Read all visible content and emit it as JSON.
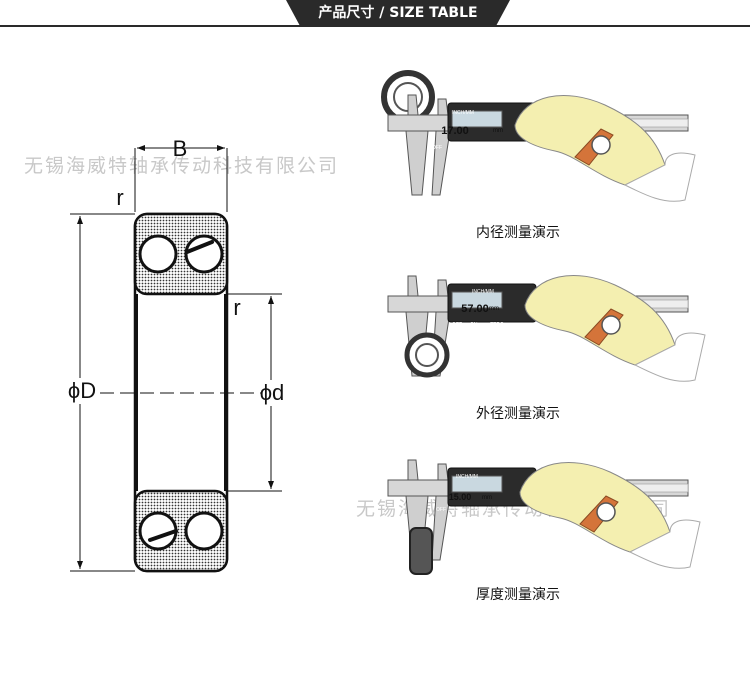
{
  "header": {
    "title": "产品尺寸 / SIZE TABLE"
  },
  "watermark": {
    "text": "无锡海威特轴承传动科技有限公司"
  },
  "bearing_diagram": {
    "width_label": "B",
    "outer_chamfer_label": "r",
    "inner_chamfer_label": "r",
    "outer_diameter_label": "ϕD",
    "inner_diameter_label": "ϕd"
  },
  "demos": [
    {
      "caption": "内径测量演示",
      "reading": "17.00",
      "unit": "mm"
    },
    {
      "caption": "外径测量演示",
      "reading": "57.00",
      "unit": "mm"
    },
    {
      "caption": "厚度测量演示",
      "reading": "15.00",
      "unit": "mm"
    }
  ],
  "caliper": {
    "mode_label": "INCH/MM",
    "off_label": "OFF",
    "on_label": "ON",
    "zero_label": "ZERO"
  },
  "colors": {
    "header_bg": "#2a2a2a",
    "glove": "#f4efb0",
    "strap": "#d4743a",
    "caliper_body": "#dcdcdc",
    "lcd": "#c9d8e0"
  }
}
